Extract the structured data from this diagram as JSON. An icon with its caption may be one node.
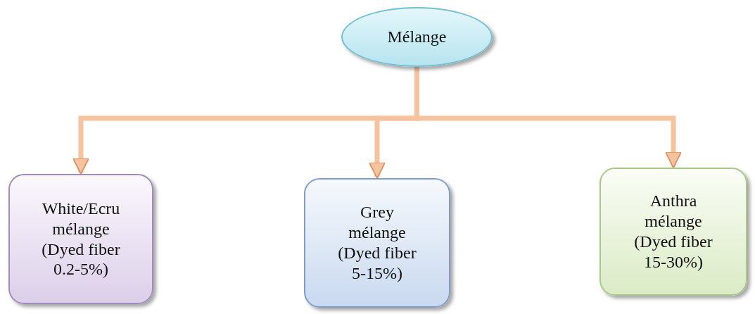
{
  "diagram": {
    "nodes": [
      {
        "text": [
          "Mélange"
        ]
      },
      {
        "text": [
          "White/Ecru mélange (Dyed fiber 0.2-5%)"
        ]
      },
      {
        "text": [
          "Grey mélange (Dyed fiber 5-15%)"
        ]
      },
      {
        "text": [
          "Anthra mélange (Dyed fiber 15-30%)"
        ]
      }
    ],
    "edges": [
      {
        "from": 0,
        "to": 1,
        "arrow": "to"
      },
      {
        "from": 0,
        "to": 2,
        "arrow": "to"
      },
      {
        "from": 0,
        "to": 3,
        "arrow": "to"
      }
    ]
  }
}
